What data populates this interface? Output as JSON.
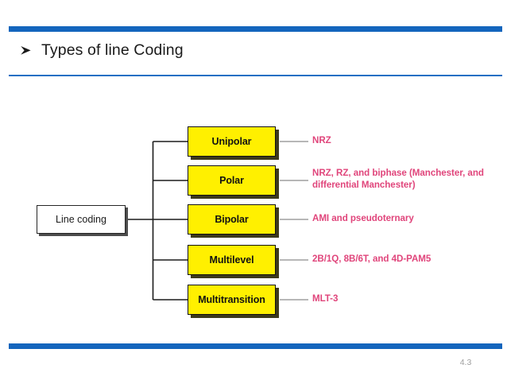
{
  "slide": {
    "title": "Types of line Coding",
    "bullet_icon": "arrow-bullet-icon",
    "page_number": "4.3",
    "accent_color": "#1465BD",
    "node_fill_color": "#FFF000",
    "desc_color": "#E0457B"
  },
  "diagram": {
    "root": {
      "label": "Line coding"
    },
    "branches": [
      {
        "node": "Unipolar",
        "description": "NRZ"
      },
      {
        "node": "Polar",
        "description": "NRZ, RZ, and biphase (Manchester, and differential Manchester)"
      },
      {
        "node": "Bipolar",
        "description": "AMI and pseudoternary"
      },
      {
        "node": "Multilevel",
        "description": "2B/1Q,  8B/6T, and 4D-PAM5"
      },
      {
        "node": "Multitransition",
        "description": "MLT-3"
      }
    ]
  }
}
